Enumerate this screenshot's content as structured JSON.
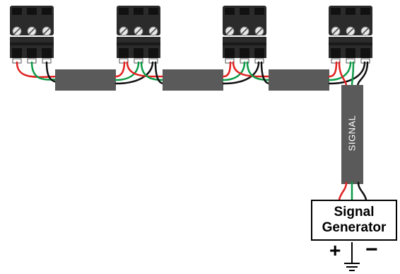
{
  "generator": {
    "line1": "Signal",
    "line2": "Generator",
    "plus": "+",
    "minus": "−"
  },
  "cable": {
    "label": "SIGNAL"
  },
  "colors": {
    "terminal_body": "#2b2b2b",
    "terminal_dark": "#1a1a1a",
    "screw_head": "#e8e8e8",
    "cable_jacket": "#5a5a5a",
    "wire_red": "#e1201f",
    "wire_green": "#0e9b48",
    "wire_black": "#111111"
  },
  "icons": [
    "terminal-block-icon",
    "screw-icon",
    "ground-symbol-icon"
  ]
}
